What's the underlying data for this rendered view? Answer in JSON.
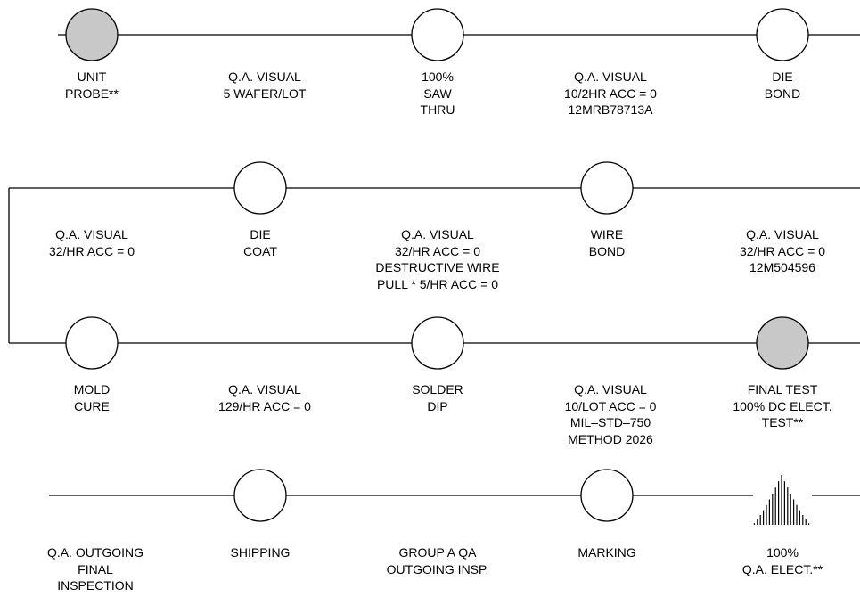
{
  "flow": {
    "row1": {
      "steps": [
        {
          "id": "unit-probe",
          "type": "node",
          "fill": "#c8c8c8",
          "label": "UNIT\nPROBE**"
        },
        {
          "id": "qa-visual-wafer",
          "type": "inspection",
          "label": "Q.A. VISUAL\n5 WAFER/LOT"
        },
        {
          "id": "saw-thru",
          "type": "node",
          "fill": "#ffffff",
          "label": "100%\nSAW\nTHRU"
        },
        {
          "id": "qa-visual-2hr",
          "type": "inspection",
          "label": "Q.A. VISUAL\n10/2HR ACC = 0\n12MRB78713A"
        },
        {
          "id": "die-bond",
          "type": "node",
          "fill": "#ffffff",
          "label": "DIE\nBOND"
        }
      ]
    },
    "row2": {
      "steps": [
        {
          "id": "qa-visual-32hr-a",
          "type": "inspection",
          "label": "Q.A. VISUAL\n32/HR ACC = 0"
        },
        {
          "id": "die-coat",
          "type": "node",
          "fill": "#ffffff",
          "label": "DIE\nCOAT"
        },
        {
          "id": "qa-visual-wire-pull",
          "type": "inspection",
          "label": "Q.A. VISUAL\n32/HR ACC = 0\nDESTRUCTIVE WIRE\nPULL * 5/HR ACC = 0"
        },
        {
          "id": "wire-bond",
          "type": "node",
          "fill": "#ffffff",
          "label": "WIRE\nBOND"
        },
        {
          "id": "qa-visual-32hr-b",
          "type": "inspection",
          "label": "Q.A. VISUAL\n32/HR ACC = 0\n12M504596"
        }
      ]
    },
    "row3": {
      "steps": [
        {
          "id": "mold-cure",
          "type": "node",
          "fill": "#ffffff",
          "label": "MOLD\nCURE"
        },
        {
          "id": "qa-visual-129hr",
          "type": "inspection",
          "label": "Q.A. VISUAL\n129/HR ACC = 0"
        },
        {
          "id": "solder-dip",
          "type": "node",
          "fill": "#ffffff",
          "label": "SOLDER\nDIP"
        },
        {
          "id": "qa-visual-lot",
          "type": "inspection",
          "label": "Q.A. VISUAL\n10/LOT ACC = 0\nMIL–STD–750\nMETHOD 2026"
        },
        {
          "id": "final-test",
          "type": "node",
          "fill": "#c8c8c8",
          "label": "FINAL TEST\n100% DC ELECT.\nTEST**"
        }
      ]
    },
    "row4": {
      "steps": [
        {
          "id": "qa-outgoing-final",
          "type": "inspection",
          "label": "Q.A. OUTGOING\nFINAL\nINSPECTION"
        },
        {
          "id": "shipping",
          "type": "node",
          "fill": "#ffffff",
          "label": "SHIPPING"
        },
        {
          "id": "group-a-qa",
          "type": "inspection",
          "label": "GROUP A QA\nOUTGOING INSP."
        },
        {
          "id": "marking",
          "type": "node",
          "fill": "#ffffff",
          "label": "MARKING"
        },
        {
          "id": "qa-elect",
          "type": "burst",
          "label": "100%\nQ.A. ELECT.**"
        }
      ]
    }
  },
  "colors": {
    "line": "#000000",
    "node_fill": "#ffffff",
    "highlight_fill": "#c8c8c8"
  }
}
